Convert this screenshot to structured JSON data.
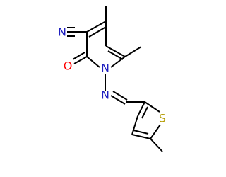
{
  "colors": {
    "carbon": "#000000",
    "nitrogen": "#2020c0",
    "oxygen": "#ff0000",
    "sulfur": "#b39b00"
  },
  "atoms": {
    "nitrile_n": "N",
    "carbonyl_o": "O",
    "ring_n": "N",
    "imine_n": "N",
    "thiophene_s": "S"
  }
}
